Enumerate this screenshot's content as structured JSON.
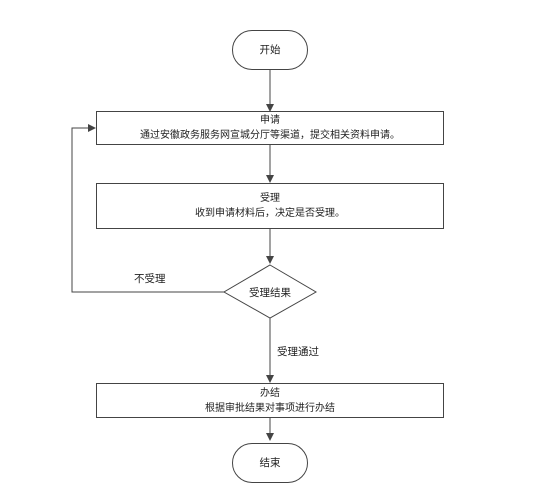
{
  "flowchart": {
    "start": {
      "label": "开始"
    },
    "apply": {
      "title": "申请",
      "desc": "通过安徽政务服务网宣城分厅等渠道，提交相关资料申请。"
    },
    "accept": {
      "title": "受理",
      "desc": "收到申请材料后，决定是否受理。"
    },
    "decision": {
      "label": "受理结果"
    },
    "handle": {
      "title": "办结",
      "desc": "根据审批结果对事项进行办结"
    },
    "end": {
      "label": "结束"
    },
    "edges": {
      "reject_label": "不受理",
      "pass_label": "受理通过"
    }
  },
  "colors": {
    "stroke": "#444444",
    "background": "#ffffff"
  }
}
